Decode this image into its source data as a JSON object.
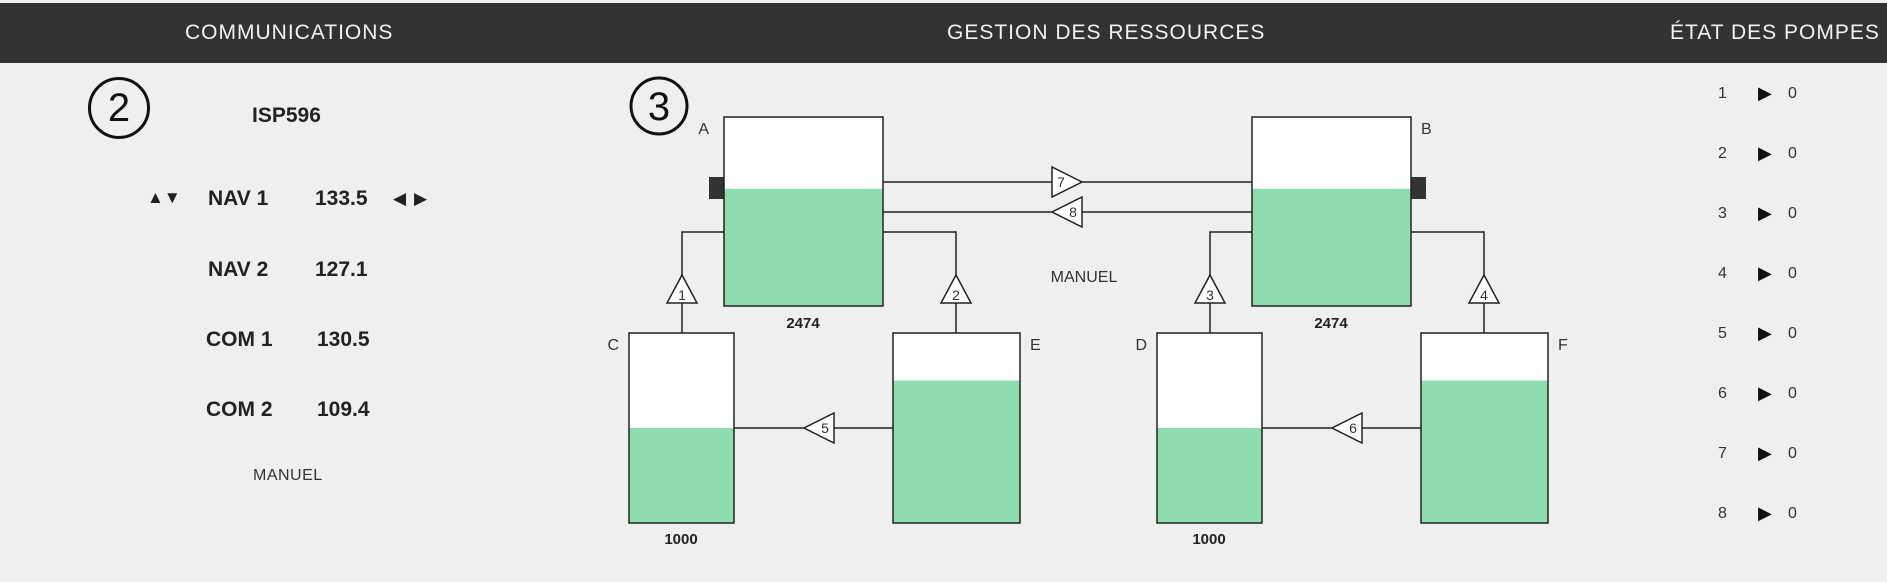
{
  "header": {
    "communications": "COMMUNICATIONS",
    "resources": "GESTION DES RESSOURCES",
    "pumps": "ÉTAT DES POMPES"
  },
  "communications": {
    "step_number": "2",
    "callsign": "ISP596",
    "radios": [
      {
        "name": "NAV 1",
        "freq": "133.5",
        "selected": true
      },
      {
        "name": "NAV 2",
        "freq": "127.1",
        "selected": false
      },
      {
        "name": "COM 1",
        "freq": "130.5",
        "selected": false
      },
      {
        "name": "COM 2",
        "freq": "109.4",
        "selected": false
      }
    ],
    "select_up_down": "▲▼",
    "tune_left": "◀",
    "tune_right": "▶",
    "mode": "MANUEL"
  },
  "resources": {
    "step_number": "3",
    "mode": "MANUEL",
    "tanks": [
      {
        "id": "A",
        "level": 0.62,
        "value": "2474"
      },
      {
        "id": "B",
        "level": 0.62,
        "value": "2474"
      },
      {
        "id": "C",
        "level": 0.5,
        "value": "1000"
      },
      {
        "id": "D",
        "level": 0.5,
        "value": "1000"
      },
      {
        "id": "E",
        "level": 0.75
      },
      {
        "id": "F",
        "level": 0.75
      }
    ],
    "pumps": [
      "1",
      "2",
      "3",
      "4",
      "5",
      "6",
      "7",
      "8"
    ],
    "colors": {
      "fluid": "#8fdcb0",
      "line": "#222222"
    }
  },
  "pump_status": {
    "rows": [
      {
        "num": "1",
        "value": "0"
      },
      {
        "num": "2",
        "value": "0"
      },
      {
        "num": "3",
        "value": "0"
      },
      {
        "num": "4",
        "value": "0"
      },
      {
        "num": "5",
        "value": "0"
      },
      {
        "num": "6",
        "value": "0"
      },
      {
        "num": "7",
        "value": "0"
      },
      {
        "num": "8",
        "value": "0"
      }
    ],
    "play_symbol": "▶"
  }
}
